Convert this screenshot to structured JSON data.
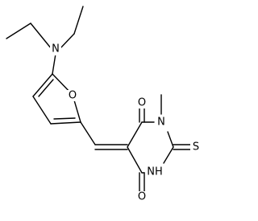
{
  "molecule": {
    "atoms": [
      {
        "element": "N"
      },
      {
        "element": "O"
      },
      {
        "element": "O"
      },
      {
        "element": "N"
      },
      {
        "element": "S"
      },
      {
        "element": "NH"
      },
      {
        "element": "O"
      }
    ],
    "colors": {
      "bond": "#000000",
      "label": "#000000",
      "background": "#ffffff"
    }
  }
}
